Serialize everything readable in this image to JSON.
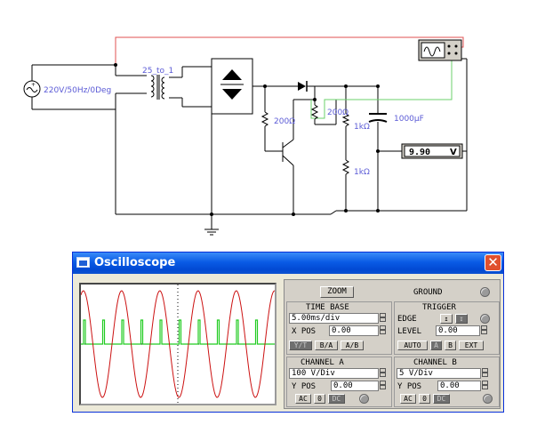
{
  "circuit": {
    "source_label": "220V/50Hz/0Deg",
    "transformer_label": "25_to_1",
    "resistor_200_a": "200Ω",
    "resistor_200_b": "200Ω",
    "resistor_1k_a": "1kΩ",
    "resistor_1k_b": "1kΩ",
    "capacitor_label": "1000µF",
    "voltmeter_value": "9.90",
    "voltmeter_unit": "V"
  },
  "oscilloscope": {
    "title": "Oscilloscope",
    "zoom_label": "ZOOM",
    "ground_label": "GROUND",
    "time_base": {
      "title": "TIME BASE",
      "value": "5.00ms/div",
      "xpos_label": "X POS",
      "xpos_value": "0.00",
      "modes": [
        "Y/T",
        "B/A",
        "A/B"
      ]
    },
    "trigger": {
      "title": "TRIGGER",
      "edge_label": "EDGE",
      "level_label": "LEVEL",
      "level_value": "0.00",
      "modes": [
        "AUTO",
        "A",
        "B",
        "EXT"
      ]
    },
    "channel_a": {
      "title": "CHANNEL A",
      "value": "100 V/Div",
      "ypos_label": "Y POS",
      "ypos_value": "0.00",
      "coupling": [
        "AC",
        "0",
        "DC"
      ]
    },
    "channel_b": {
      "title": "CHANNEL B",
      "value": "5 V/Div",
      "ypos_label": "Y POS",
      "ypos_value": "0.00",
      "coupling": [
        "AC",
        "0",
        "DC"
      ]
    },
    "colors": {
      "channel_a_trace": "#cc1111",
      "channel_b_trace": "#22cc22"
    }
  }
}
